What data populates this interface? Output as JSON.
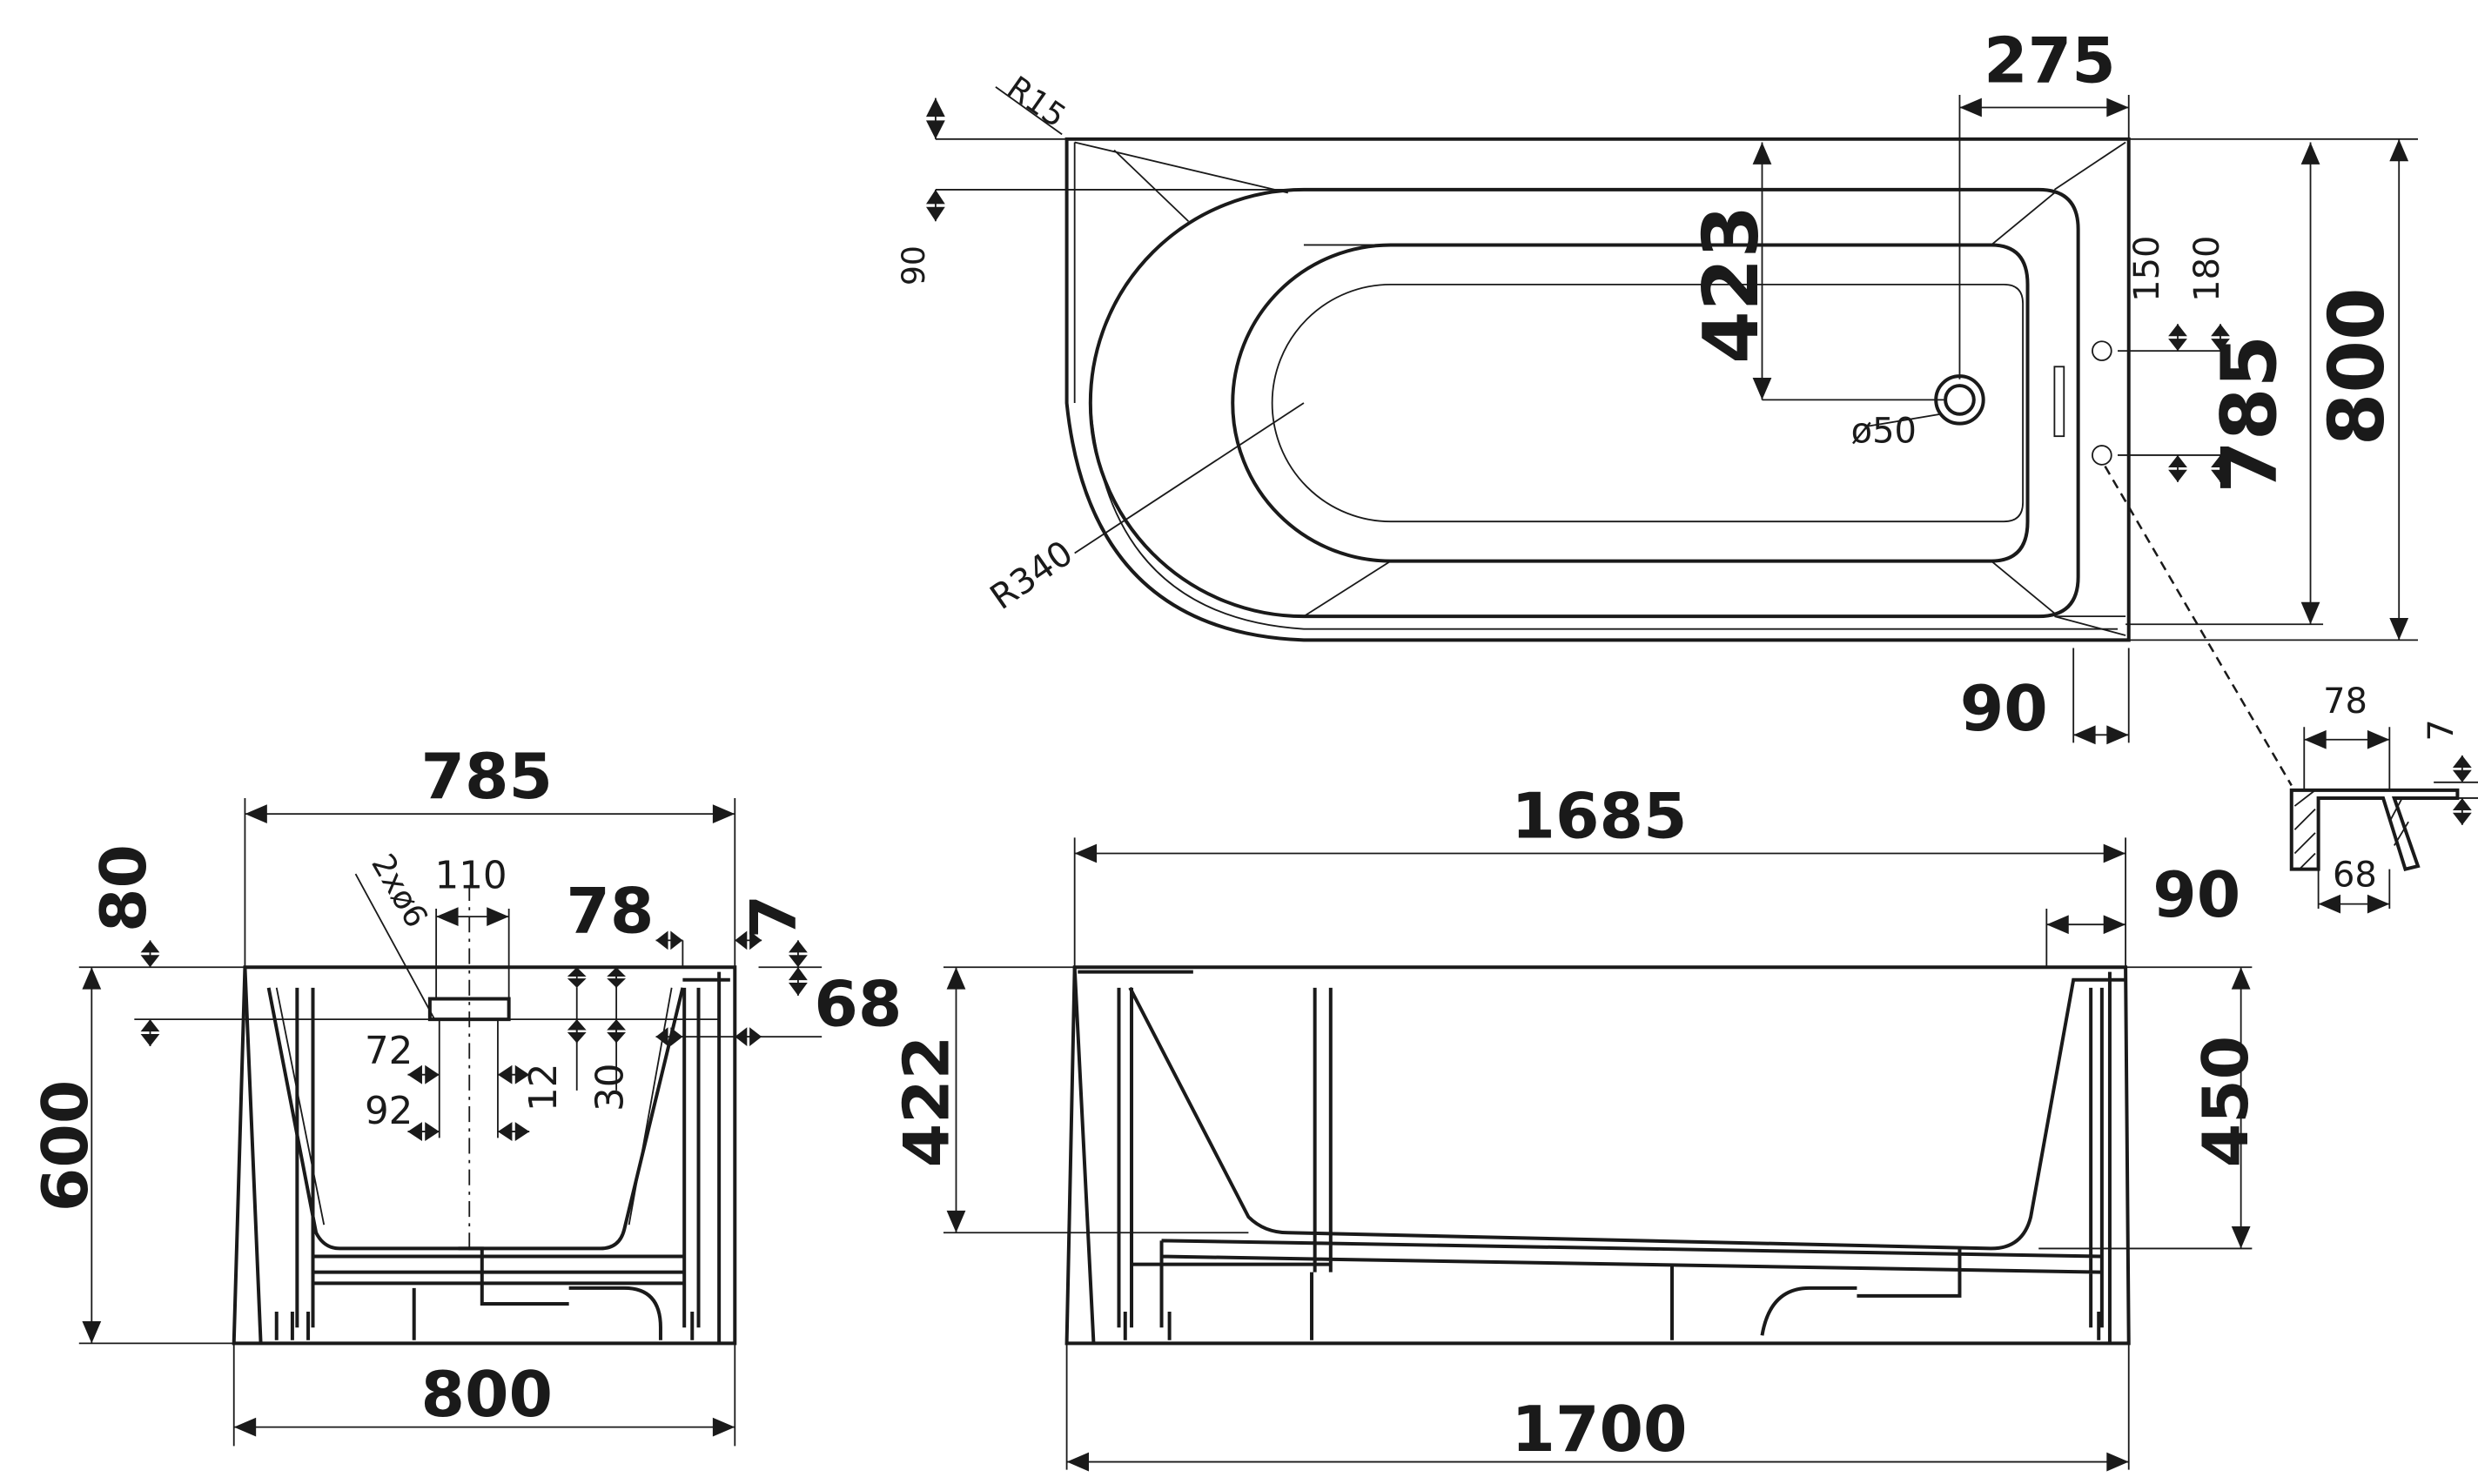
{
  "colors": {
    "line": "#1a1a1a",
    "background": "#ffffff"
  },
  "top_view": {
    "width_275": "275",
    "radius_r15": "R15",
    "offset_90": "90",
    "depth_423": "423",
    "drain_dia": "ø50",
    "radius_r340": "R340",
    "tap_150": "150",
    "tap_180": "180",
    "inner_785": "785",
    "outer_800": "800",
    "rim_90": "90"
  },
  "rim_detail": {
    "width_78": "78",
    "thickness_7": "7",
    "width_68": "68"
  },
  "side_view": {
    "width_785": "785",
    "height_80": "80",
    "height_600": "600",
    "holes": "2xø6",
    "dim_110": "110",
    "dim_78": "78",
    "dim_7": "7",
    "dim_68": "68",
    "dim_72": "72",
    "dim_92": "92",
    "dim_12": "12",
    "dim_30": "30",
    "width_800": "800"
  },
  "front_view": {
    "length_1685": "1685",
    "rim_90": "90",
    "depth_422": "422",
    "depth_450": "450",
    "length_1700": "1700"
  }
}
